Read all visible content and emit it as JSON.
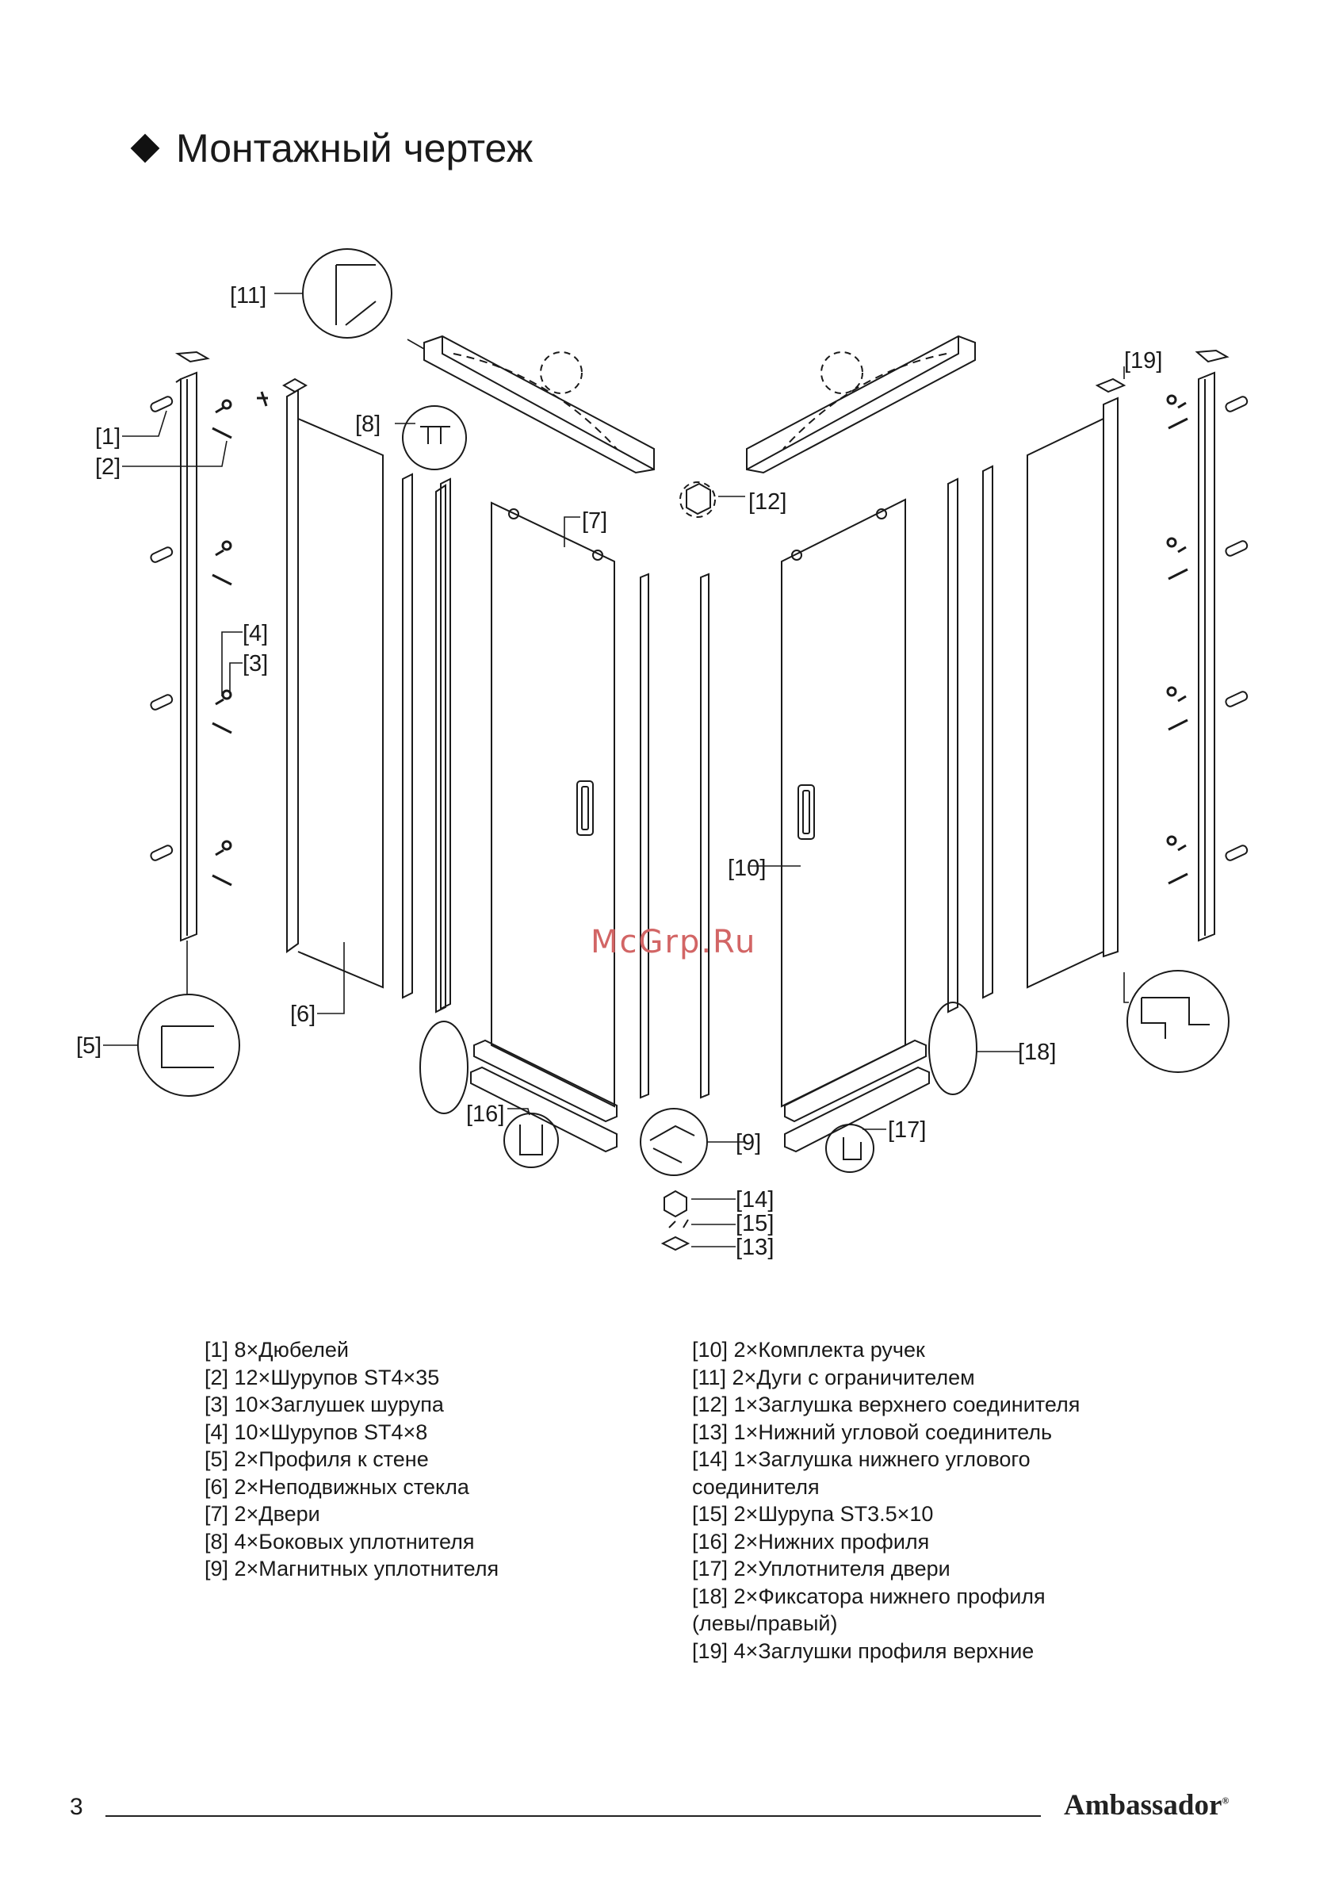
{
  "page": {
    "title": "Монтажный чертеж",
    "page_number": "3",
    "brand": "Ambassador",
    "brand_mark": "®",
    "watermark": "McGrp.Ru"
  },
  "callouts": {
    "c1": "[1]",
    "c2": "[2]",
    "c3": "[3]",
    "c4": "[4]",
    "c5": "[5]",
    "c6": "[6]",
    "c7": "[7]",
    "c8": "[8]",
    "c9": "[9]",
    "c10": "[10]",
    "c11": "[11]",
    "c12": "[12]",
    "c13": "[13]",
    "c14": "[14]",
    "c15": "[15]",
    "c16": "[16]",
    "c17": "[17]",
    "c18": "[18]",
    "c19": "[19]"
  },
  "legend_left": [
    "[1] 8×Дюбелей",
    "[2] 12×Шурупов ST4×35",
    "[3] 10×Заглушек шурупа",
    "[4] 10×Шурупов ST4×8",
    "[5] 2×Профиля к стене",
    "[6] 2×Неподвижных стекла",
    "[7] 2×Двери",
    "[8] 4×Боковых уплотнителя",
    "[9] 2×Магнитных уплотнителя"
  ],
  "legend_right": [
    "[10] 2×Комплекта ручек",
    "[11] 2×Дуги с ограничителем",
    "[12] 1×Заглушка верхнего соединителя",
    "[13] 1×Нижний угловой соединитель",
    "[14] 1×Заглушка нижнего углового",
    "соединителя",
    "[15] 2×Шурупа ST3.5×10",
    "[16] 2×Нижних профиля",
    "[17] 2×Уплотнителя двери",
    "[18] 2×Фиксатора нижнего профиля",
    "(левы/правый)",
    "[19] 4×Заглушки профиля верхние"
  ]
}
